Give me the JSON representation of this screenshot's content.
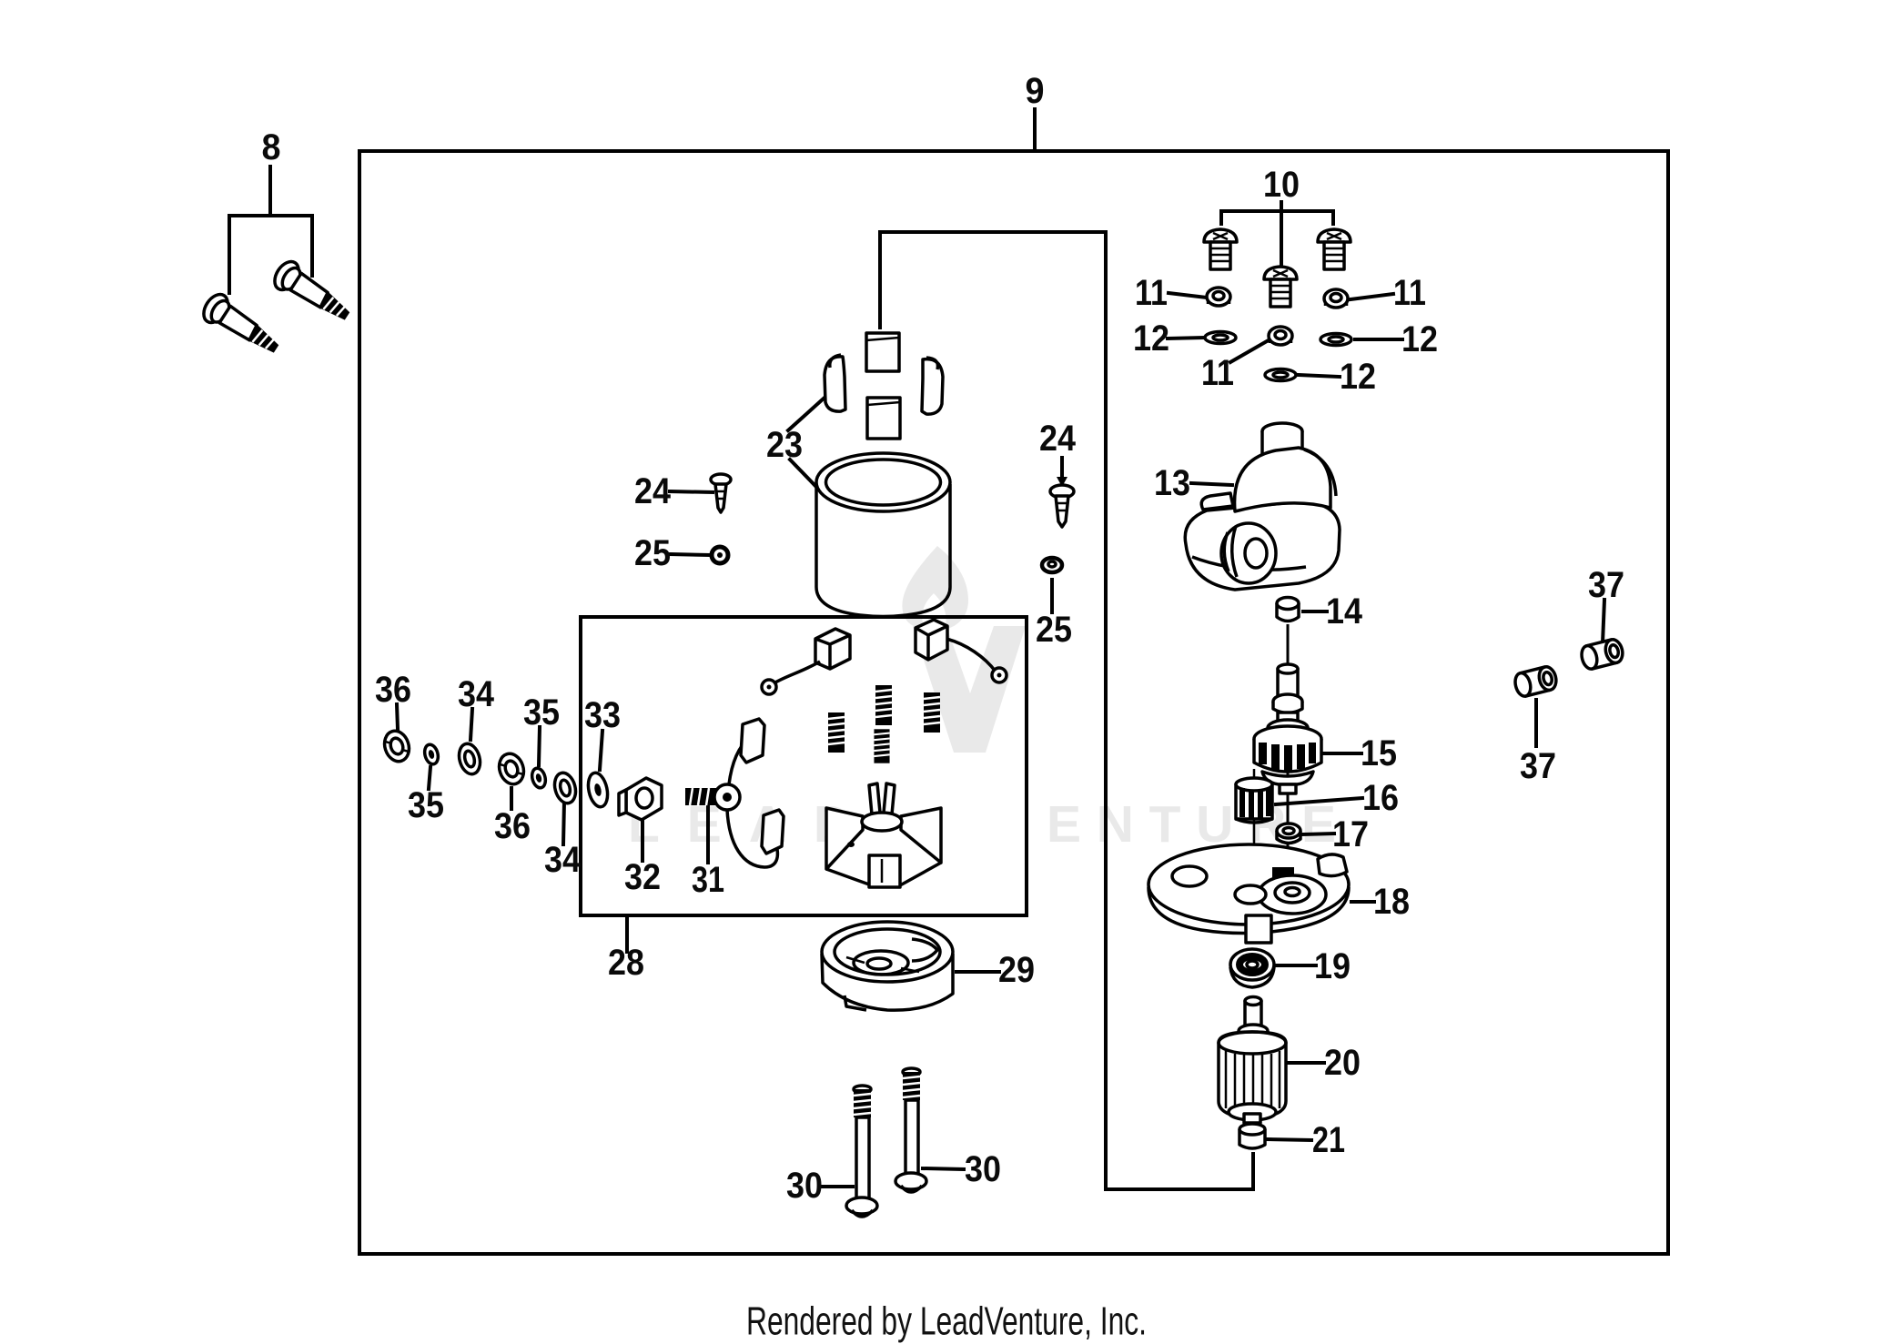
{
  "colors": {
    "ink": "#000000",
    "background": "#ffffff",
    "watermark": "#e9e9e9"
  },
  "watermark": {
    "text_left": "LEAD",
    "text_right": "ENTURE",
    "logo_icon": "leadventure-flame-v-icon"
  },
  "footer": {
    "credit": "Rendered by LeadVenture, Inc."
  },
  "callouts": {
    "c8": "8",
    "c9": "9",
    "c10": "10",
    "c11_left": "11",
    "c11_right": "11",
    "c11_bottom": "11",
    "c12_left": "12",
    "c12_right": "12",
    "c12_bottom": "12",
    "c13": "13",
    "c14": "14",
    "c15": "15",
    "c16": "16",
    "c17": "17",
    "c18": "18",
    "c19": "19",
    "c20": "20",
    "c21": "21",
    "c23": "23",
    "c24_left": "24",
    "c24_right": "24",
    "c25_left": "25",
    "c25_right": "25",
    "c28": "28",
    "c29": "29",
    "c30_left": "30",
    "c30_right": "30",
    "c31": "31",
    "c32": "32",
    "c33": "33",
    "c34_top": "34",
    "c34_bottom": "34",
    "c35_top": "35",
    "c35_bottom": "35",
    "c36_top": "36",
    "c36_bottom": "36",
    "c37_upper": "37",
    "c37_lower": "37"
  }
}
